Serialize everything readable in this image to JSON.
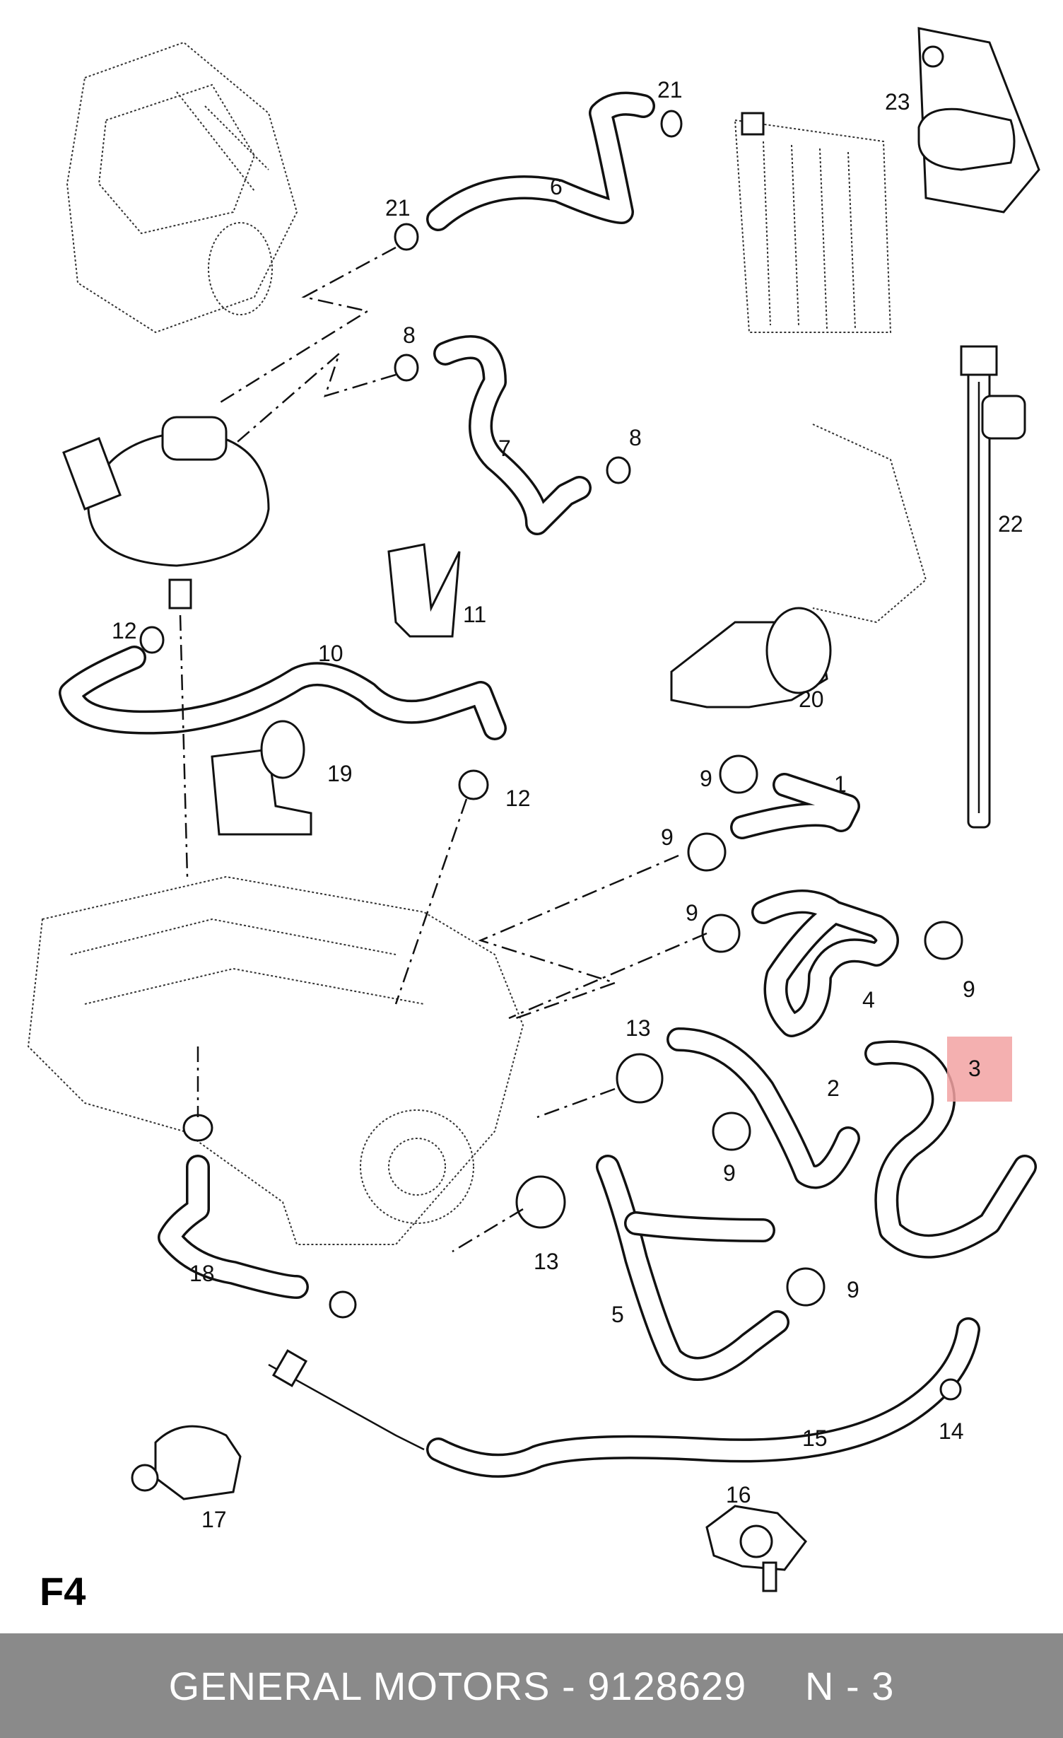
{
  "figure": {
    "label": "F4"
  },
  "callouts": [
    {
      "id": "c1",
      "text": "1"
    },
    {
      "id": "c2",
      "text": "2"
    },
    {
      "id": "c3",
      "text": "3",
      "highlighted": true
    },
    {
      "id": "c4",
      "text": "4"
    },
    {
      "id": "c5",
      "text": "5"
    },
    {
      "id": "c6",
      "text": "6"
    },
    {
      "id": "c7",
      "text": "7"
    },
    {
      "id": "c8a",
      "text": "8"
    },
    {
      "id": "c8b",
      "text": "8"
    },
    {
      "id": "c9a",
      "text": "9"
    },
    {
      "id": "c9b",
      "text": "9"
    },
    {
      "id": "c9c",
      "text": "9"
    },
    {
      "id": "c9d",
      "text": "9"
    },
    {
      "id": "c9e",
      "text": "9"
    },
    {
      "id": "c9f",
      "text": "9"
    },
    {
      "id": "c10",
      "text": "10"
    },
    {
      "id": "c11",
      "text": "11"
    },
    {
      "id": "c12a",
      "text": "12"
    },
    {
      "id": "c12b",
      "text": "12"
    },
    {
      "id": "c13a",
      "text": "13"
    },
    {
      "id": "c13b",
      "text": "13"
    },
    {
      "id": "c14",
      "text": "14"
    },
    {
      "id": "c15",
      "text": "15"
    },
    {
      "id": "c16",
      "text": "16"
    },
    {
      "id": "c17",
      "text": "17"
    },
    {
      "id": "c18",
      "text": "18"
    },
    {
      "id": "c19",
      "text": "19"
    },
    {
      "id": "c20",
      "text": "20"
    },
    {
      "id": "c21a",
      "text": "21"
    },
    {
      "id": "c21b",
      "text": "21"
    },
    {
      "id": "c22",
      "text": "22"
    },
    {
      "id": "c23",
      "text": "23"
    }
  ],
  "highlight": {
    "part_number": "3",
    "color": "#f2a2a2"
  },
  "footer": {
    "text": "GENERAL MOTORS - 9128629     N - 3",
    "background": "#8a8a8a",
    "text_color": "#ffffff"
  }
}
